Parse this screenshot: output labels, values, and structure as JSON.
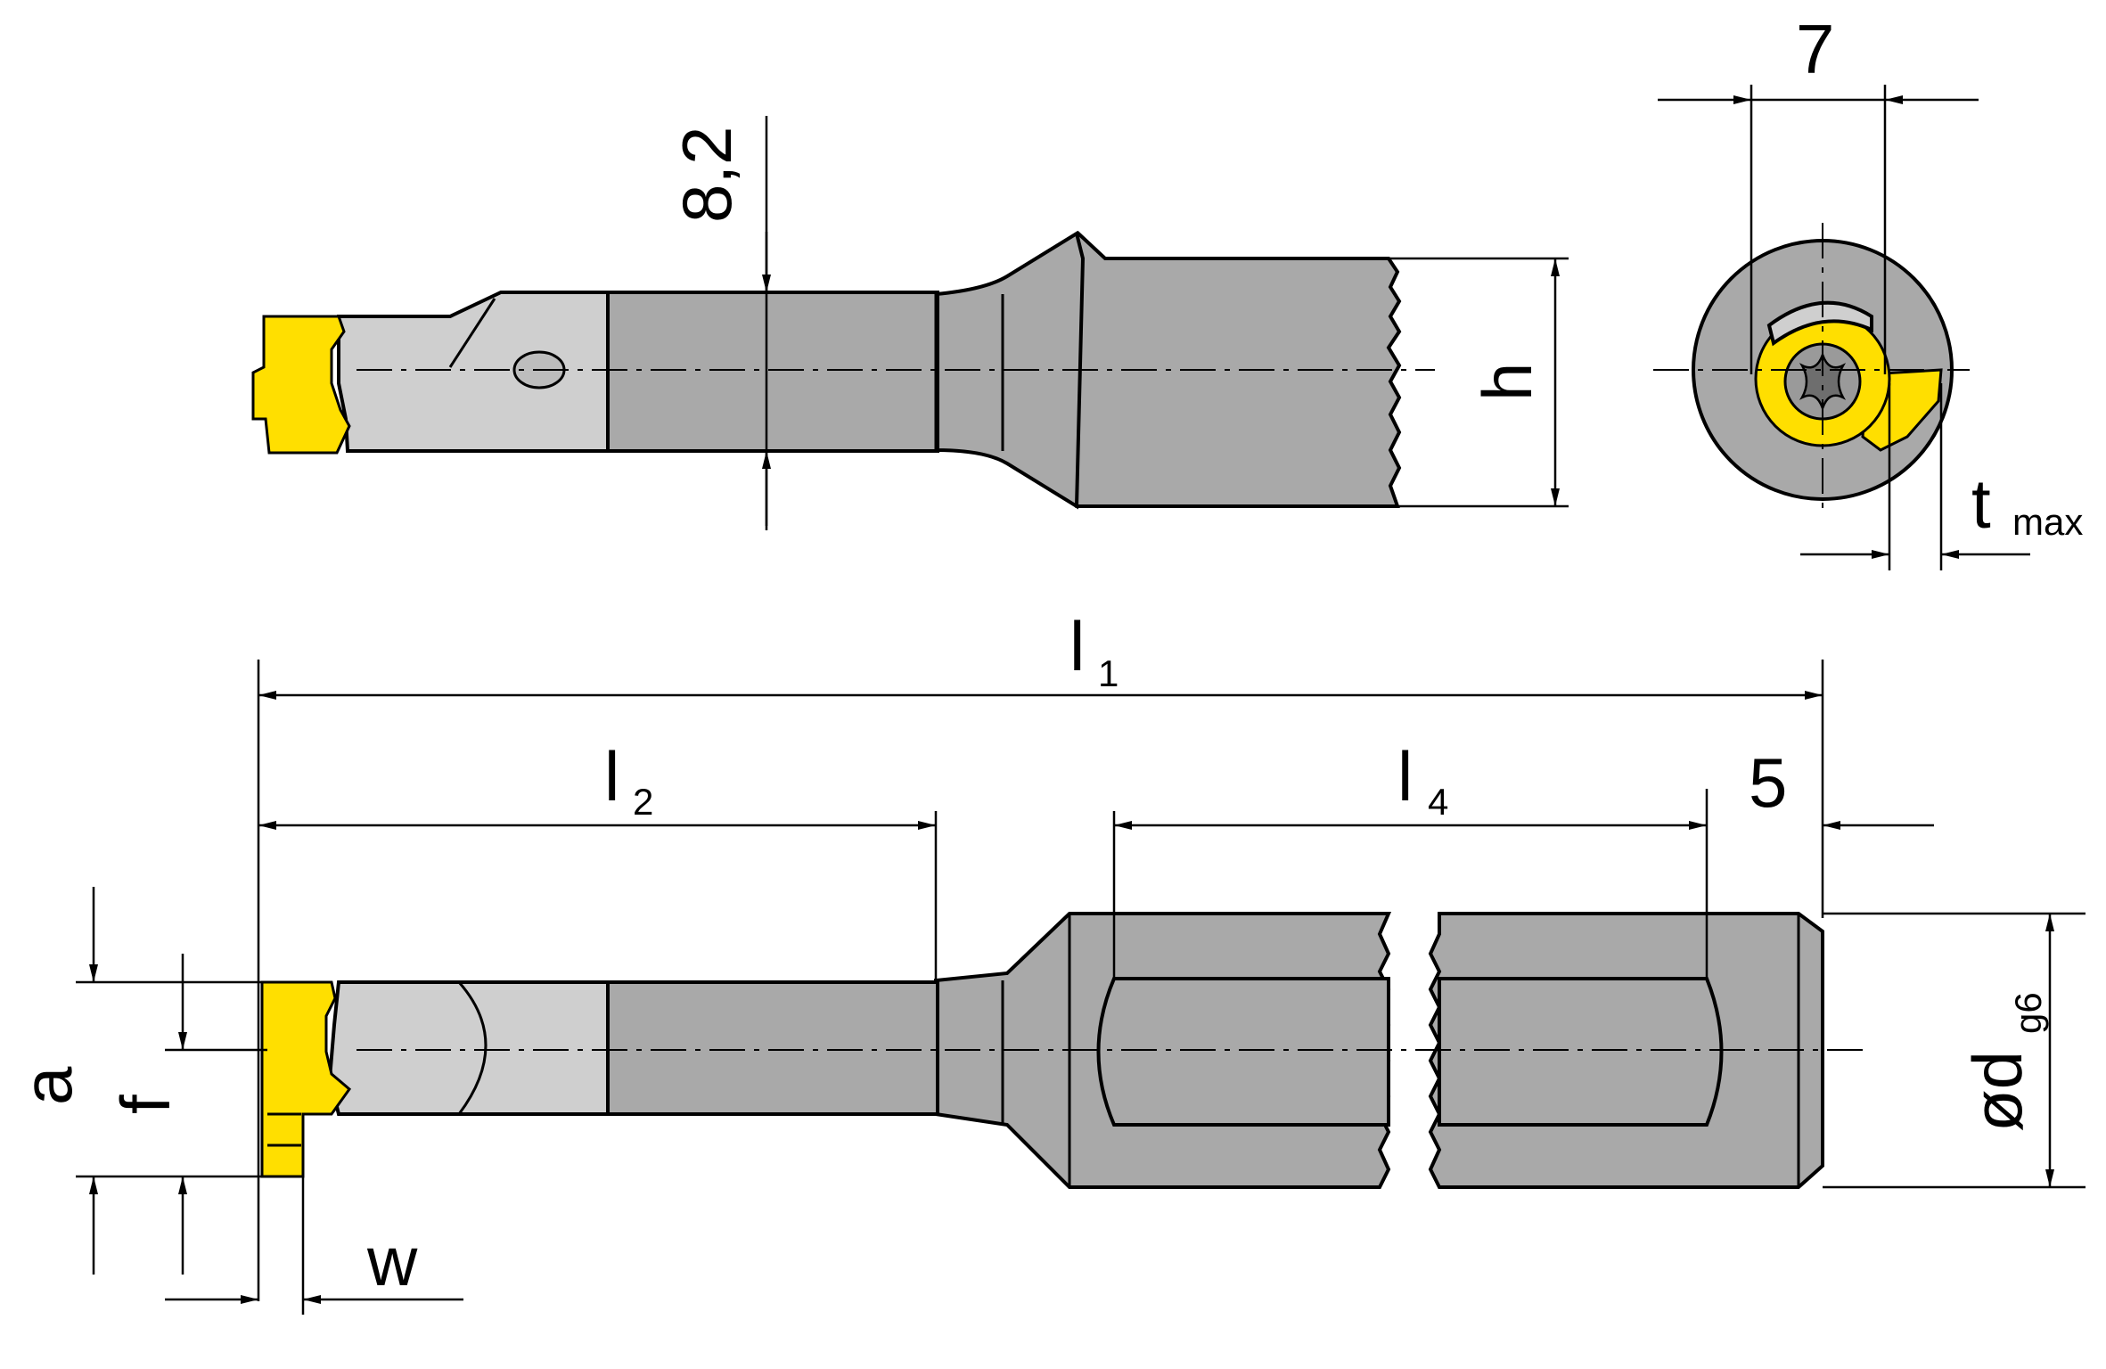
{
  "labels": {
    "top_thickness": "8,2",
    "height": "h",
    "end_width": "7",
    "t_main": "t",
    "t_sub": "max",
    "l1_main": "l",
    "l1_sub": "1",
    "l2_main": "l",
    "l2_sub": "2",
    "l4_main": "l",
    "l4_sub": "4",
    "flat_offset": "5",
    "diam_main": "ød",
    "diam_sub": "g6",
    "a": "a",
    "f": "f",
    "w": "w"
  },
  "colors": {
    "insert": "#ffdf00",
    "shank": "#a9a9a9",
    "neck": "#cfcfcf",
    "outline": "#000000"
  }
}
